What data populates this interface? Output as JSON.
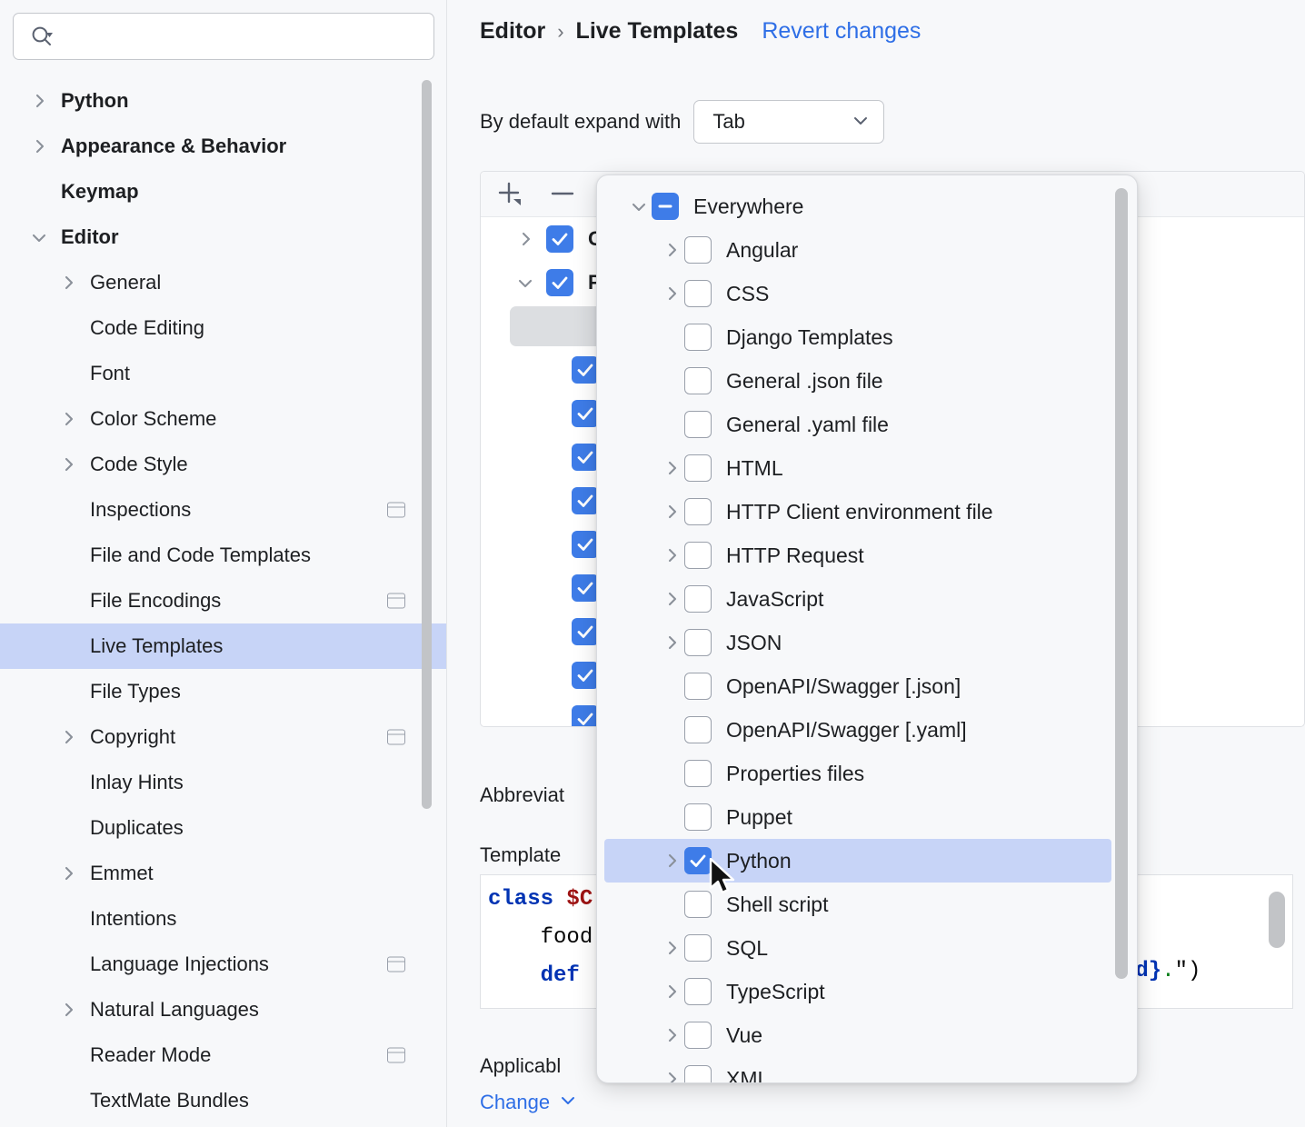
{
  "search": {
    "placeholder": "",
    "value": "",
    "icon": "search-icon"
  },
  "sidebar": {
    "items": [
      {
        "label": "Python",
        "level": 0,
        "twisty": "right",
        "selected": false,
        "badge": false
      },
      {
        "label": "Appearance & Behavior",
        "level": 0,
        "twisty": "right",
        "selected": false,
        "badge": false
      },
      {
        "label": "Keymap",
        "level": 0,
        "twisty": "none",
        "selected": false,
        "badge": false
      },
      {
        "label": "Editor",
        "level": 0,
        "twisty": "down",
        "selected": false,
        "badge": false
      },
      {
        "label": "General",
        "level": 1,
        "twisty": "right",
        "selected": false,
        "badge": false
      },
      {
        "label": "Code Editing",
        "level": 1,
        "twisty": "none",
        "selected": false,
        "badge": false
      },
      {
        "label": "Font",
        "level": 1,
        "twisty": "none",
        "selected": false,
        "badge": false
      },
      {
        "label": "Color Scheme",
        "level": 1,
        "twisty": "right",
        "selected": false,
        "badge": false
      },
      {
        "label": "Code Style",
        "level": 1,
        "twisty": "right",
        "selected": false,
        "badge": false
      },
      {
        "label": "Inspections",
        "level": 1,
        "twisty": "none",
        "selected": false,
        "badge": true
      },
      {
        "label": "File and Code Templates",
        "level": 1,
        "twisty": "none",
        "selected": false,
        "badge": false
      },
      {
        "label": "File Encodings",
        "level": 1,
        "twisty": "none",
        "selected": false,
        "badge": true
      },
      {
        "label": "Live Templates",
        "level": 1,
        "twisty": "none",
        "selected": true,
        "badge": false
      },
      {
        "label": "File Types",
        "level": 1,
        "twisty": "none",
        "selected": false,
        "badge": false
      },
      {
        "label": "Copyright",
        "level": 1,
        "twisty": "right",
        "selected": false,
        "badge": true
      },
      {
        "label": "Inlay Hints",
        "level": 1,
        "twisty": "none",
        "selected": false,
        "badge": false
      },
      {
        "label": "Duplicates",
        "level": 1,
        "twisty": "none",
        "selected": false,
        "badge": false
      },
      {
        "label": "Emmet",
        "level": 1,
        "twisty": "right",
        "selected": false,
        "badge": false
      },
      {
        "label": "Intentions",
        "level": 1,
        "twisty": "none",
        "selected": false,
        "badge": false
      },
      {
        "label": "Language Injections",
        "level": 1,
        "twisty": "none",
        "selected": false,
        "badge": true
      },
      {
        "label": "Natural Languages",
        "level": 1,
        "twisty": "right",
        "selected": false,
        "badge": false
      },
      {
        "label": "Reader Mode",
        "level": 1,
        "twisty": "none",
        "selected": false,
        "badge": true
      },
      {
        "label": "TextMate Bundles",
        "level": 1,
        "twisty": "none",
        "selected": false,
        "badge": false
      }
    ]
  },
  "breadcrumb": {
    "parent": "Editor",
    "separator": "›",
    "current": "Live Templates",
    "revert_label": "Revert changes"
  },
  "expand": {
    "label": "By default expand with",
    "selected_value": "Tab"
  },
  "toolbar": {
    "add_label": "+",
    "remove_label": "–",
    "copy_label": "copy"
  },
  "templates": {
    "groups": [
      {
        "name": "C",
        "checked": true,
        "expanded": false
      },
      {
        "name": "P",
        "checked": true,
        "expanded": true
      }
    ],
    "children_checked_count": 10
  },
  "editor_fields": {
    "abbreviation_label": "Abbreviat",
    "template_text_label": "Template",
    "applicable_label": "Applicabl",
    "change_link": "Change",
    "code_line1_kw": "class",
    "code_line1_var": "$C",
    "code_line2": "food",
    "code_line3_kw": "def",
    "code_tail_var": "od}",
    "code_tail_dot": ".",
    "code_tail_str": "\")"
  },
  "popup": {
    "scroll_visible": true,
    "items": [
      {
        "label": "Everywhere",
        "level": 0,
        "twisty": "down",
        "check": "indeterminate",
        "selected": false
      },
      {
        "label": "Angular",
        "level": 1,
        "twisty": "right",
        "check": "unchecked",
        "selected": false
      },
      {
        "label": "CSS",
        "level": 1,
        "twisty": "right",
        "check": "unchecked",
        "selected": false
      },
      {
        "label": "Django Templates",
        "level": 1,
        "twisty": "none",
        "check": "unchecked",
        "selected": false
      },
      {
        "label": "General .json file",
        "level": 1,
        "twisty": "none",
        "check": "unchecked",
        "selected": false
      },
      {
        "label": "General .yaml file",
        "level": 1,
        "twisty": "none",
        "check": "unchecked",
        "selected": false
      },
      {
        "label": "HTML",
        "level": 1,
        "twisty": "right",
        "check": "unchecked",
        "selected": false
      },
      {
        "label": "HTTP Client environment file",
        "level": 1,
        "twisty": "right",
        "check": "unchecked",
        "selected": false
      },
      {
        "label": "HTTP Request",
        "level": 1,
        "twisty": "right",
        "check": "unchecked",
        "selected": false
      },
      {
        "label": "JavaScript",
        "level": 1,
        "twisty": "right",
        "check": "unchecked",
        "selected": false
      },
      {
        "label": "JSON",
        "level": 1,
        "twisty": "right",
        "check": "unchecked",
        "selected": false
      },
      {
        "label": "OpenAPI/Swagger [.json]",
        "level": 1,
        "twisty": "none",
        "check": "unchecked",
        "selected": false
      },
      {
        "label": "OpenAPI/Swagger [.yaml]",
        "level": 1,
        "twisty": "none",
        "check": "unchecked",
        "selected": false
      },
      {
        "label": "Properties files",
        "level": 1,
        "twisty": "none",
        "check": "unchecked",
        "selected": false
      },
      {
        "label": "Puppet",
        "level": 1,
        "twisty": "none",
        "check": "unchecked",
        "selected": false
      },
      {
        "label": "Python",
        "level": 1,
        "twisty": "right",
        "check": "checked",
        "selected": true
      },
      {
        "label": "Shell script",
        "level": 1,
        "twisty": "none",
        "check": "unchecked",
        "selected": false
      },
      {
        "label": "SQL",
        "level": 1,
        "twisty": "right",
        "check": "unchecked",
        "selected": false
      },
      {
        "label": "TypeScript",
        "level": 1,
        "twisty": "right",
        "check": "unchecked",
        "selected": false
      },
      {
        "label": "Vue",
        "level": 1,
        "twisty": "right",
        "check": "unchecked",
        "selected": false
      },
      {
        "label": "XML",
        "level": 1,
        "twisty": "right",
        "check": "unchecked",
        "selected": false
      }
    ]
  },
  "colors": {
    "accent": "#3e7ce8",
    "selection": "#c7d4f7",
    "link": "#2e6ee6",
    "background": "#f7f8fa",
    "text": "#1d1f22"
  }
}
